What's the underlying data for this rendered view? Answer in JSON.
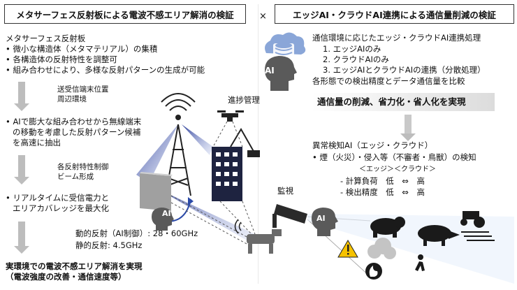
{
  "left_title": "メタサーフェス反射板による電波不感エリア解消の検証",
  "times": "×",
  "right_title": "エッジAI・クラウドAI連携による通信量削減の検証",
  "left": {
    "heading": "メタサーフェス反射板",
    "bullets": [
      "• 微小な構造体（メタマテリアル）の集積",
      "• 各構造体の反射特性を調整可",
      "• 組み合わせにより、多様な反射パターンの生成が可能"
    ],
    "step1": [
      "送受信端末位置",
      "周辺環境"
    ],
    "ai_bullet": [
      "• AIで膨大な組み合わせから無線端末",
      "の移動を考慮した反射パターン候補",
      "を高速に抽出"
    ],
    "step2": [
      "各反射特性制御",
      "ビーム形成"
    ],
    "rt_bullet": [
      "• リアルタイムに受信電力と",
      "エリアカバレッジを最大化"
    ],
    "dynamic": "動的反射（AI制御）: 28・60GHz",
    "static": "静的反射: 4.5GHz",
    "conclusion": [
      "実環境での電波不感エリア解消を実現",
      "（電波強度の改善・通信速度等）"
    ],
    "progress_label": "進捗管理"
  },
  "right": {
    "heading": "通信環境に応じたエッジ・クラウドAI連携処理",
    "items": [
      "1. エッジAIのみ",
      "2. クラウドAIのみ",
      "3. エッジAIとクラウドAIの連携（分散処理）"
    ],
    "compare": "各形態での検出精度とデータ通信量を比較",
    "reduction": "通信量の削減、省力化・省人化を実現",
    "anomaly": "異常検知AI（エッジ・クラウド）",
    "detect": "• 煙（火災）・侵入等（不審者・鳥獣）の検知",
    "cols": "＜エッジ＞＜クラウド＞",
    "row1": "- 計算負荷　低　⇔　高",
    "row2": "- 検出精度　低　⇔　高",
    "monitor": "監視",
    "ai_label": "AI"
  }
}
